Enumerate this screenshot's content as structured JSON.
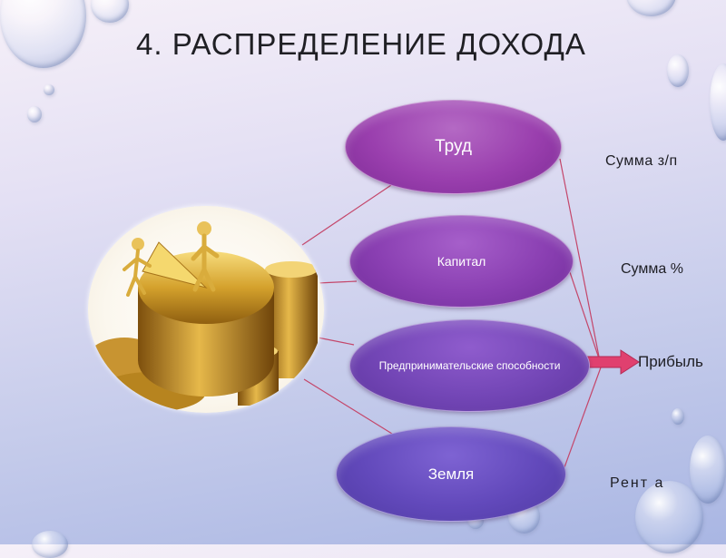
{
  "slide": {
    "title": "4. РАСПРЕДЕЛЕНИЕ ДОХОДА"
  },
  "factors": [
    {
      "label": "Труд",
      "income": "Сумма з/п"
    },
    {
      "label": "Капитал",
      "income": "Сумма %"
    },
    {
      "label": "Предпринимательские способности",
      "income": "Прибыль"
    },
    {
      "label": "Земля",
      "income": "Рент а"
    }
  ],
  "colors": {
    "node_trud": "#9a3fae",
    "node_kapital": "#8a3fb2",
    "node_pred": "#7346b6",
    "node_zemlya": "#6249bb",
    "arrow": "#e0406f",
    "connector": "#c4466a"
  },
  "icons": {
    "illustration": "gold-coins-pie-chart-figures"
  }
}
